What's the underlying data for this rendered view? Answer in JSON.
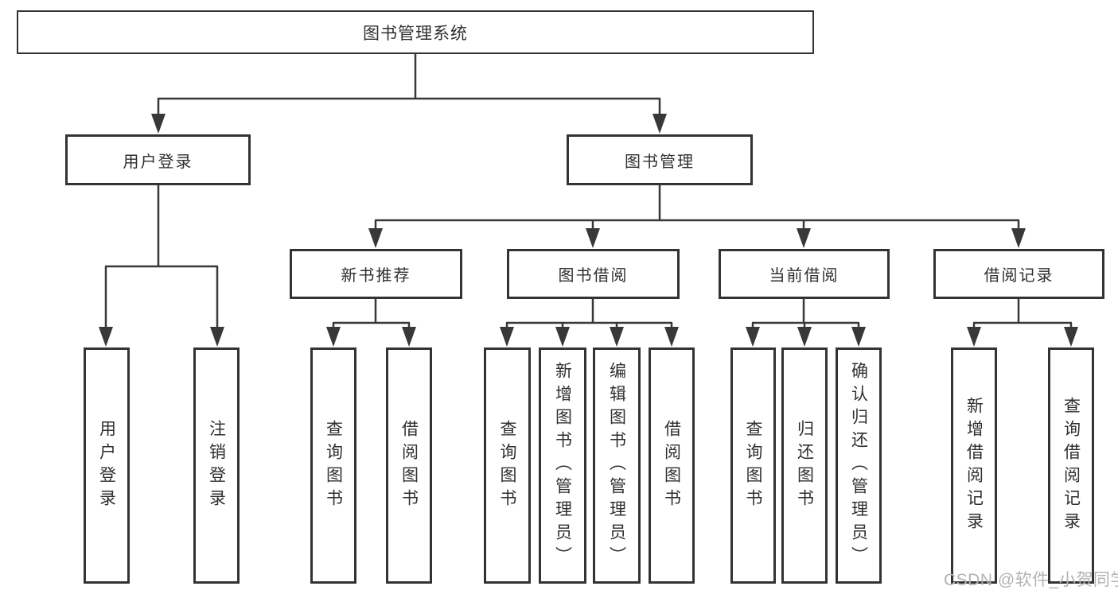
{
  "colors": {
    "line": "#383838",
    "box_border": "#333333",
    "text": "#2f2f2f",
    "watermark": "#b3b3b3",
    "background": "#ffffff"
  },
  "watermark": {
    "text": "CSDN @软件_小贺同学"
  },
  "tree": {
    "root": {
      "label": "图书管理系统",
      "children": [
        {
          "label": "用户登录",
          "children": [
            {
              "label": "用户登录"
            },
            {
              "label": "注销登录"
            }
          ]
        },
        {
          "label": "图书管理",
          "children": [
            {
              "label": "新书推荐",
              "children": [
                {
                  "label": "查询图书"
                },
                {
                  "label": "借阅图书"
                }
              ]
            },
            {
              "label": "图书借阅",
              "children": [
                {
                  "label": "查询图书"
                },
                {
                  "label": "新增图书（管理员）"
                },
                {
                  "label": "编辑图书（管理员）"
                },
                {
                  "label": "借阅图书"
                }
              ]
            },
            {
              "label": "当前借阅",
              "children": [
                {
                  "label": "查询图书"
                },
                {
                  "label": "归还图书"
                },
                {
                  "label": "确认归还（管理员）"
                }
              ]
            },
            {
              "label": "借阅记录",
              "children": [
                {
                  "label": "新增借阅记录"
                },
                {
                  "label": "查询借阅记录"
                }
              ]
            }
          ]
        }
      ]
    }
  }
}
